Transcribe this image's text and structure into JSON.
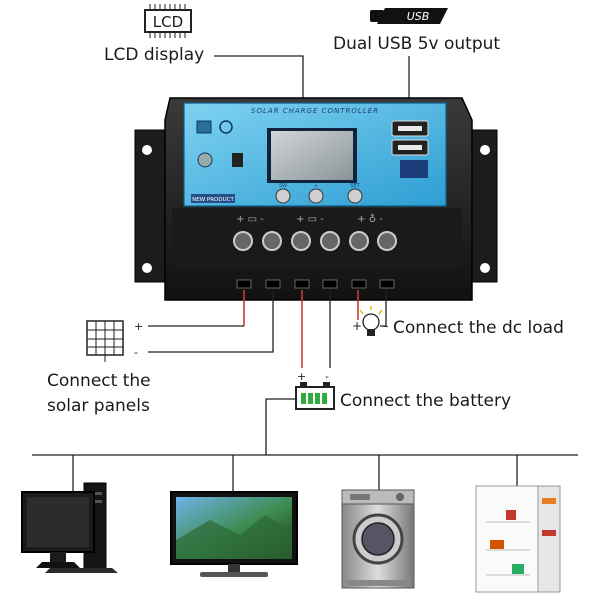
{
  "labels": {
    "lcd_icon_text": "LCD",
    "usb_icon_text": "USB",
    "lcd_display": "LCD display",
    "usb_output": "Dual USB 5v output",
    "connect_load": "Connect the dc load",
    "connect_solar_line1": "Connect the",
    "connect_solar_line2": "solar panels",
    "connect_battery": "Connect the battery"
  },
  "controller": {
    "brand_text": "SOLAR CHARGE CONTROLLER",
    "new_product": "NEW PRODUCT",
    "button_labels": [
      "SW",
      "+",
      "SET"
    ]
  },
  "terminals": {
    "plus": "+",
    "minus": "-"
  },
  "appliances": [
    "desktop-computer",
    "television",
    "washing-machine",
    "refrigerator"
  ]
}
